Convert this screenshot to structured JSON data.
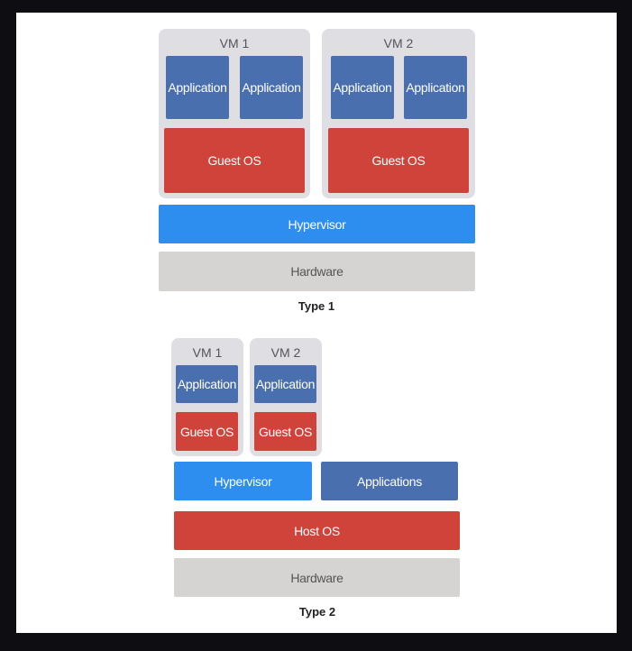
{
  "type1": {
    "vm1": {
      "label": "VM 1",
      "app1": "Application",
      "app2": "Application",
      "guest_os": "Guest OS"
    },
    "vm2": {
      "label": "VM 2",
      "app1": "Application",
      "app2": "Application",
      "guest_os": "Guest OS"
    },
    "hypervisor": "Hypervisor",
    "hardware": "Hardware",
    "caption": "Type 1"
  },
  "type2": {
    "vm1": {
      "label": "VM 1",
      "app": "Application",
      "guest_os": "Guest OS"
    },
    "vm2": {
      "label": "VM 2",
      "app": "Application",
      "guest_os": "Guest OS"
    },
    "hypervisor": "Hypervisor",
    "applications": "Applications",
    "host_os": "Host OS",
    "hardware": "Hardware",
    "caption": "Type 2"
  },
  "colors": {
    "application": "#4a6fae",
    "guest_os": "#d0433a",
    "hypervisor": "#2d8ef0",
    "hardware": "#d6d4d3",
    "vm_container": "#dedee3"
  }
}
